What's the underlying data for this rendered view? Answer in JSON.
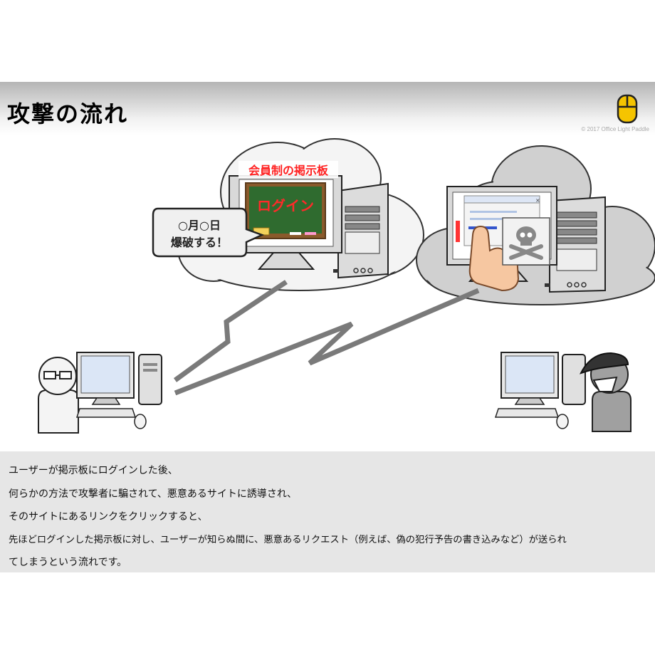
{
  "header": {
    "title": "攻撃の流れ",
    "copyright": "© 2017 Office Light Paddle"
  },
  "diagram": {
    "board_title": "会員制の掲示板",
    "login_label": "ログイン",
    "bubble_line1": "○月○日",
    "bubble_line2": "爆破する！"
  },
  "caption": {
    "lines": [
      "ユーザーが掲示板にログインした後、",
      "何らかの方法で攻撃者に騙されて、悪意あるサイトに誘導され、",
      "そのサイトにあるリンクをクリックすると、",
      "先ほどログインした掲示板に対し、ユーザーが知らぬ間に、悪意あるリクエスト（例えば、偽の犯行予告の書き込みなど）が送られ",
      "てしまうという流れです。"
    ]
  }
}
